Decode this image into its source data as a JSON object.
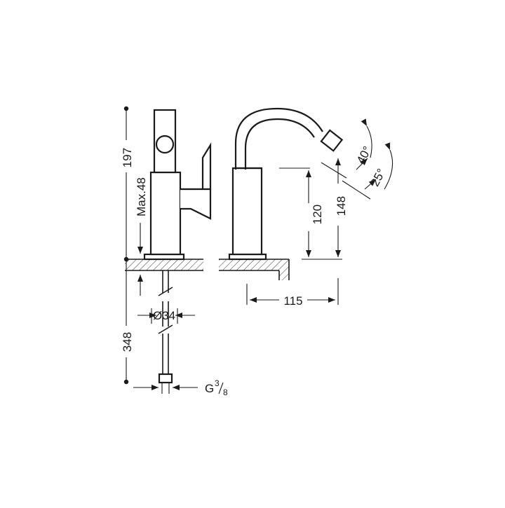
{
  "drawing": {
    "dimensions": {
      "height_total": "197",
      "max_deck": "Max.48",
      "below_deck": "348",
      "pipe_diameter": "Ø34",
      "thread": "G",
      "thread_num": "3",
      "thread_den": "8",
      "spout_height": "148",
      "spout_outlet": "120",
      "reach": "115",
      "angle_1": "40°",
      "angle_2": "25°"
    }
  }
}
